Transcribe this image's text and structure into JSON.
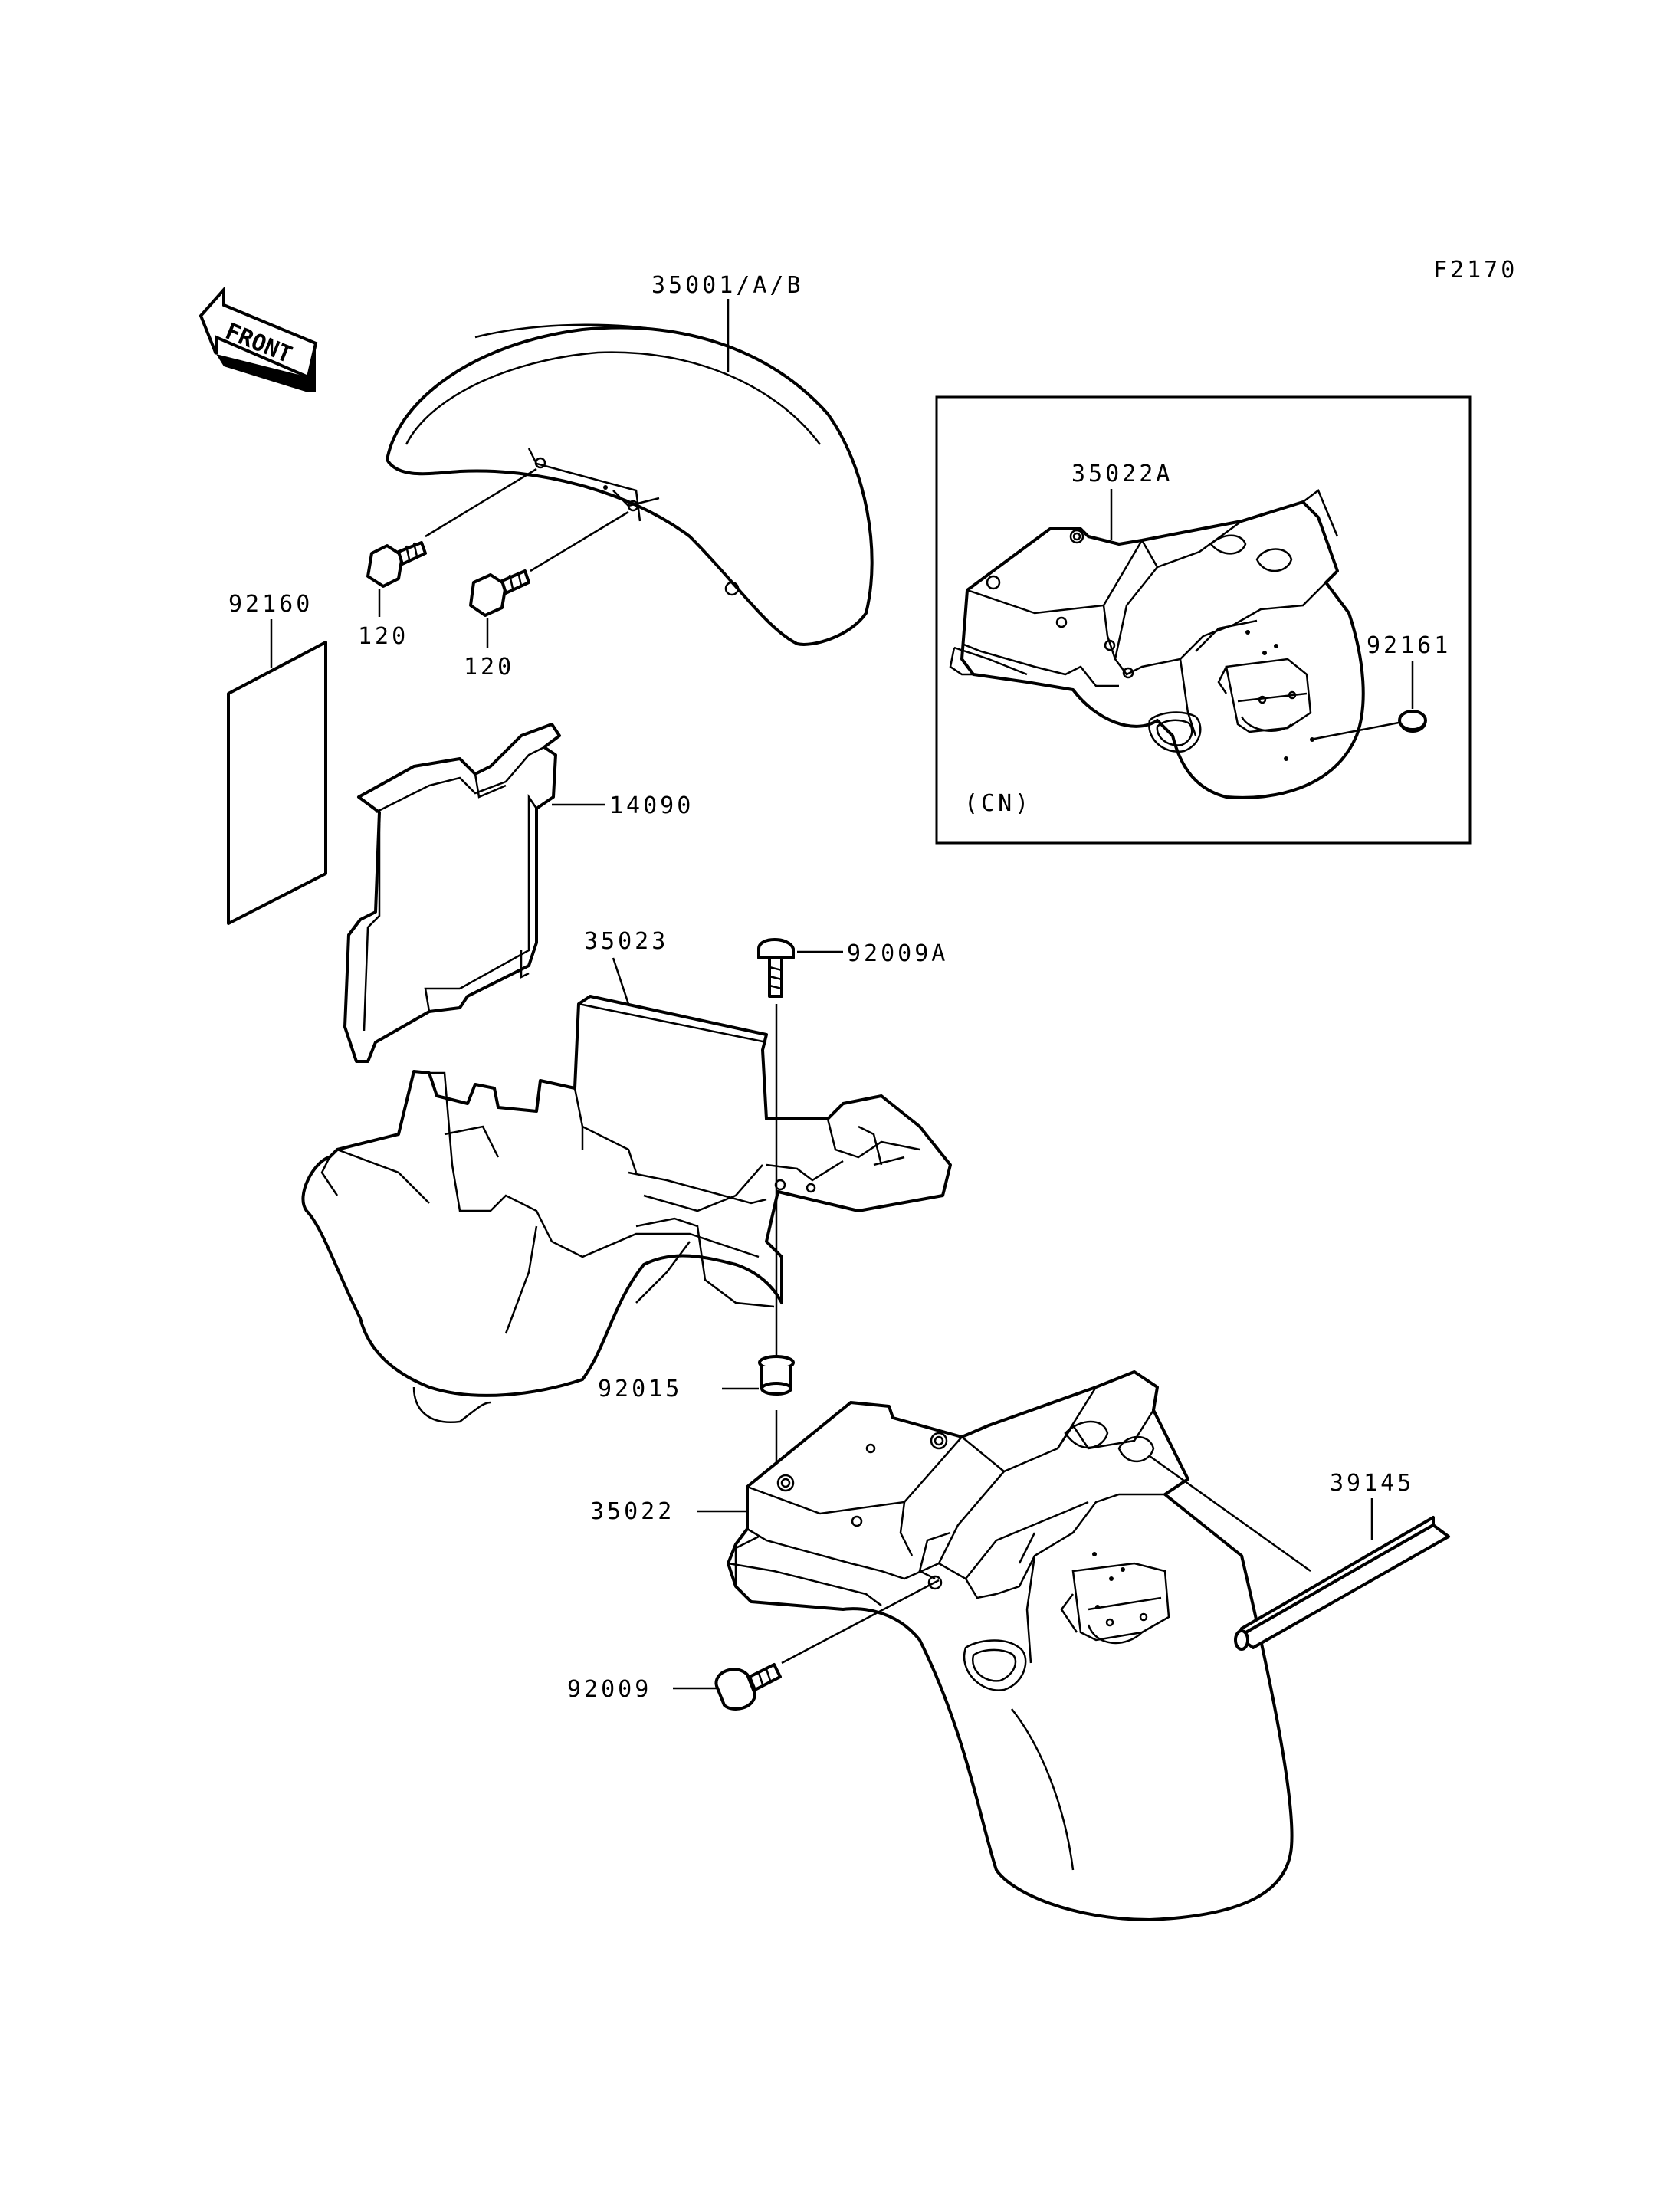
{
  "figure_code": "F2170",
  "front_label": "FRONT",
  "inset_note": "(CN)",
  "labels": {
    "rear_fender_front": "35001/A/B",
    "bolt_a": "120",
    "bolt_b": "120",
    "sticker": "92160",
    "cover": "14090",
    "inner_fender": "35023",
    "screw_top": "92009A",
    "bushing": "92015",
    "rear_fender_rear": "35022",
    "screw_bottom": "92009",
    "seal": "39145",
    "inset_fender": "35022A",
    "inset_cap": "92161"
  }
}
